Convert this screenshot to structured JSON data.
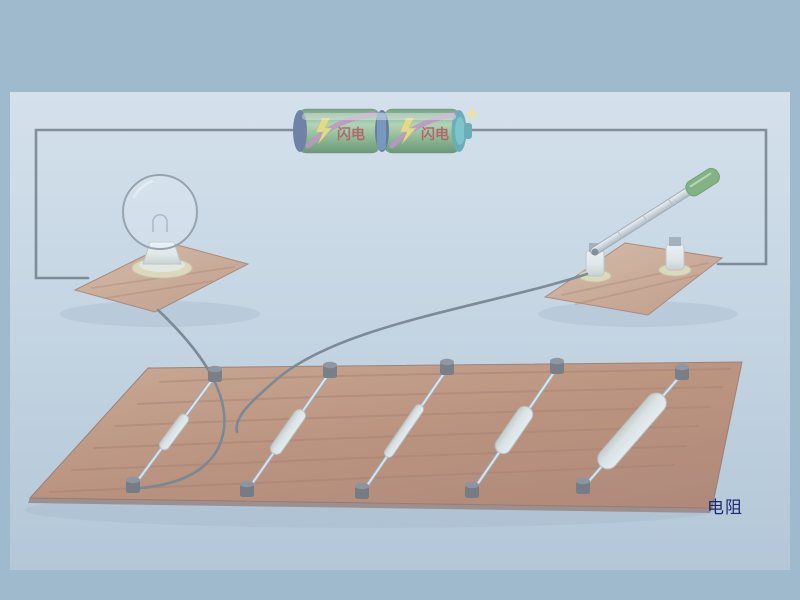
{
  "slide": {
    "caption": "电阻"
  },
  "batteries": {
    "label": "闪电",
    "count": 2
  },
  "colors": {
    "page_background": "#a0bacd",
    "picture_background_top": "#d4e1ec",
    "picture_background_bottom": "#b3c7d8",
    "wire": "#525e6a",
    "wood_board": "#bd7a54",
    "wood_grain": "#9a5136",
    "battery_body": "#5f9e5c",
    "battery_cap": "#37477c",
    "battery_terminal": "#2f8f96",
    "battery_label": "#9b1f1f",
    "bulb_base": "#e7d8a6",
    "ceramic": "#f4f4f0",
    "switch_handle": "#569a46",
    "terminal_post": "#4c4c52",
    "caption_text": "#1c2a6e"
  },
  "components": [
    {
      "name": "battery-pack",
      "parts": [
        "battery-1",
        "battery-2"
      ]
    },
    {
      "name": "light-bulb-on-board"
    },
    {
      "name": "knife-switch-on-board"
    },
    {
      "name": "resistor-board",
      "resistor_count": 5
    },
    {
      "name": "connecting-wires"
    }
  ]
}
